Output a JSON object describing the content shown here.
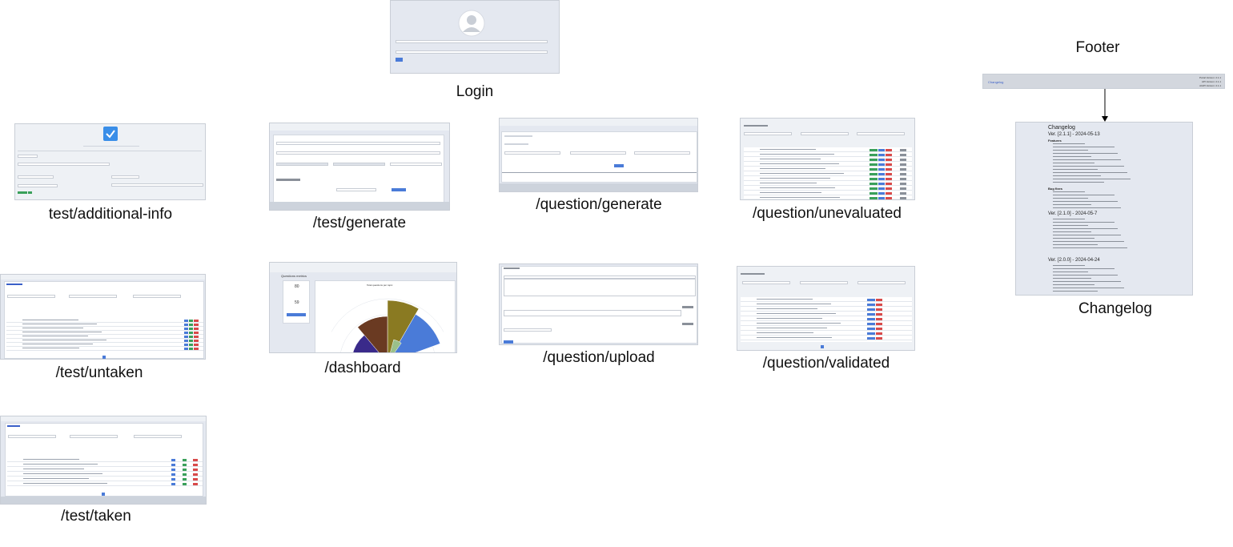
{
  "captions": {
    "login": "Login",
    "footer": "Footer",
    "changelog": "Changelog",
    "additional_info": "test/additional-info",
    "test_generate": "/test/generate",
    "question_generate": "/question/generate",
    "question_unevaluated": "/question/unevaluated",
    "test_untaken": "/test/untaken",
    "dashboard": "/dashboard",
    "question_upload": "/question/upload",
    "question_validated": "/question/validated",
    "test_taken": "/test/taken"
  },
  "changelog_panel": {
    "title": "Changelog",
    "versions": [
      {
        "label": "Ver. [2.1.1] - 2024-05-13",
        "sections": [
          {
            "heading": "Features",
            "lines": 13
          },
          {
            "heading": "Bug fixes",
            "lines": 6
          }
        ]
      },
      {
        "label": "Ver. [2.1.0] - 2024-05-7",
        "sections": [
          {
            "heading": "",
            "lines": 10
          }
        ]
      },
      {
        "label": "Ver. [2.0.0] - 2024-04-24",
        "sections": [
          {
            "heading": "",
            "lines": 9
          }
        ]
      }
    ]
  },
  "footer_panel": {
    "left_link": "Changelog",
    "versions": [
      "Portal Version: 2.1.1",
      "API Version: 2.1.1",
      "AIAPI Version: 2.1.1"
    ]
  },
  "dashboard_panel": {
    "title": "Questions metrics",
    "stat1": "80",
    "stat2": "59",
    "chart_title": "Total questions per topic",
    "colors": [
      "#8a7a22",
      "#6a3a22",
      "#3a2a8a",
      "#4a7bd8",
      "#7a4ac8",
      "#9ac08a"
    ]
  },
  "colors": {
    "thumb_bg": "#e4e8f0",
    "primary": "#4a7bd8",
    "success": "#3aa05a",
    "danger": "#d84a4a",
    "muted": "#8a9099"
  }
}
